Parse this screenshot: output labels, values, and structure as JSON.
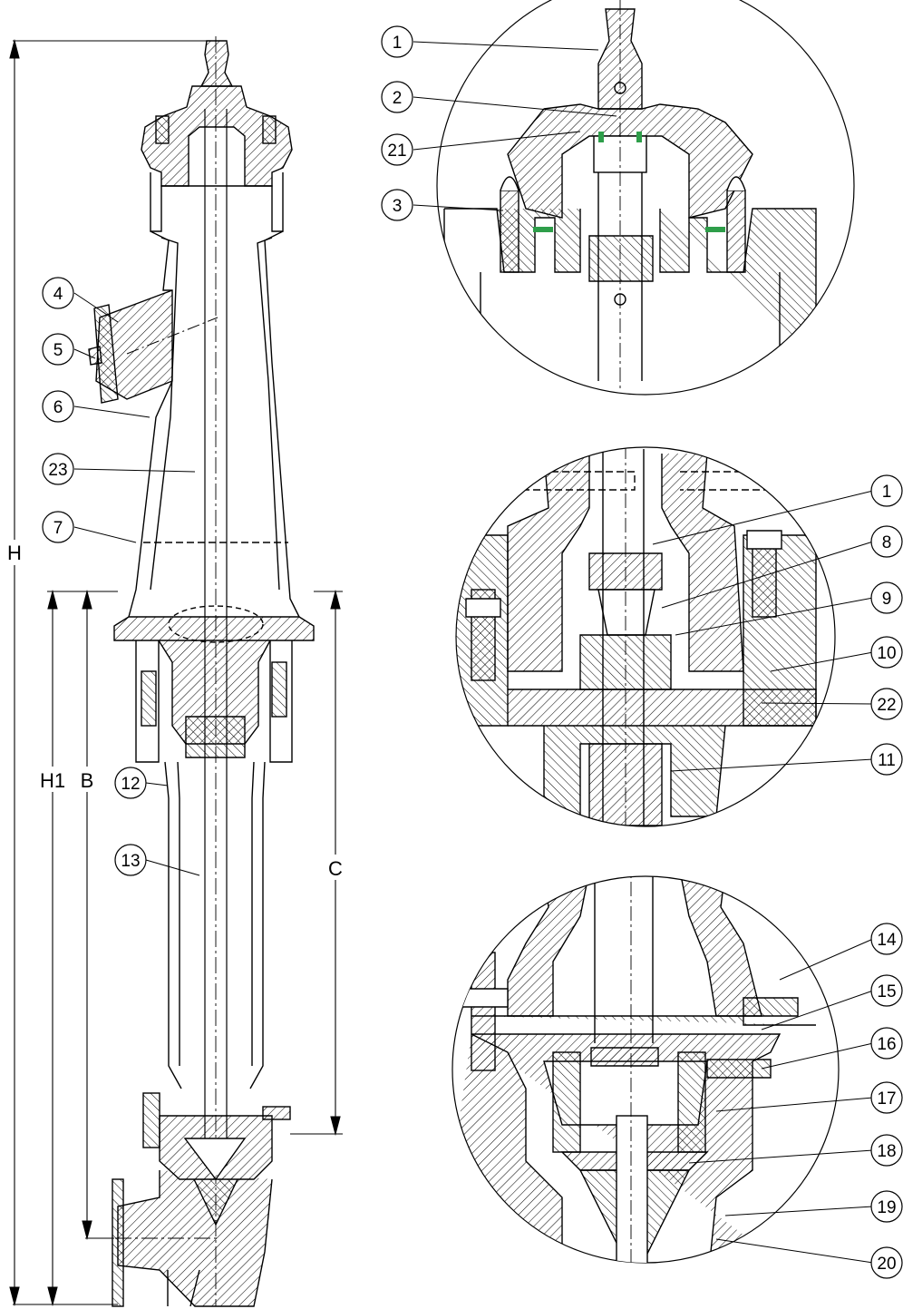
{
  "colors": {
    "line": "#000000",
    "hatch": "#000000",
    "seal": "#2e9e4a",
    "background": "#ffffff"
  },
  "dimensions": {
    "H": "H",
    "H1": "H1",
    "B": "B",
    "C": "C"
  },
  "callouts": {
    "main": [
      "4",
      "5",
      "6",
      "23",
      "7",
      "12",
      "13"
    ],
    "detail_top": [
      "1",
      "2",
      "21",
      "3"
    ],
    "detail_mid": [
      "1",
      "8",
      "9",
      "10",
      "22",
      "11"
    ],
    "detail_bottom": [
      "14",
      "15",
      "16",
      "17",
      "18",
      "19",
      "20"
    ]
  }
}
